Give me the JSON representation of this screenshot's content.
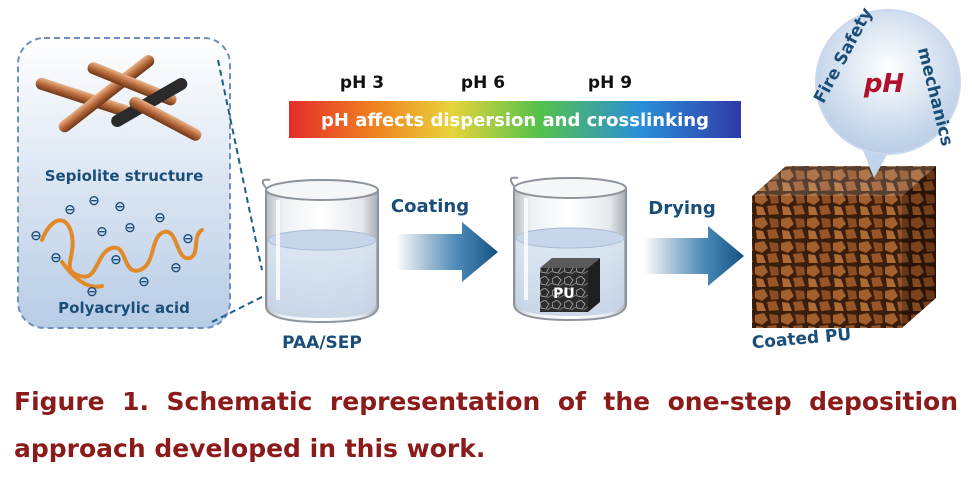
{
  "inset": {
    "structure_label": "Sepiolite structure",
    "polymer_label": "Polyacrylic acid",
    "charge_symbol": "⊖"
  },
  "ph_bar": {
    "ph_values": [
      "pH 3",
      "pH 6",
      "pH 9"
    ],
    "text": "pH affects dispersion and crosslinking"
  },
  "steps": {
    "beaker1_label": "PAA/SEP",
    "arrow1_label": "Coating",
    "foam_label": "PU",
    "arrow2_label": "Drying",
    "product_label": "Coated PU"
  },
  "properties": {
    "center": "pH",
    "top": "Fire Safety",
    "right": "mechanics"
  },
  "caption": {
    "line1": "Figure 1. Schematic representation of the one-step deposition",
    "line2": "approach developed in this work."
  }
}
